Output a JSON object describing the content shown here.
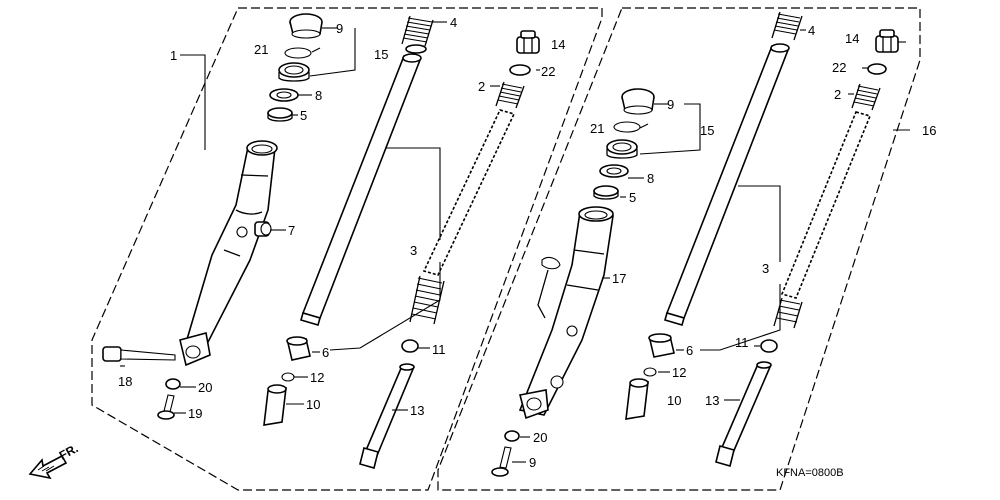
{
  "callouts": {
    "n1": "1",
    "n2": "2",
    "n3": "3",
    "n4": "4",
    "n5": "5",
    "n6": "6",
    "n7": "7",
    "n8": "8",
    "n9": "9",
    "n10": "10",
    "n11": "11",
    "n12": "12",
    "n13": "13",
    "n14": "14",
    "n15": "15",
    "n16": "16",
    "n17": "17",
    "n18": "18",
    "n19": "19",
    "n20": "20",
    "n21": "21",
    "n22": "22"
  },
  "direction_label": "FR.",
  "diagram_code": "KFNA=0800B"
}
